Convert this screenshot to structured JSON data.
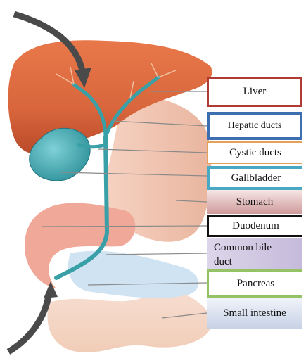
{
  "labels": {
    "liver": "Liver",
    "hepatic_ducts": "Hepatic ducts",
    "cystic_ducts": "Cystic ducts",
    "gallbladder": "Gallbladder",
    "stomach": "Stomach",
    "duodenum": "Duodenum",
    "common_bile_duct_line1": "Common bile",
    "common_bile_duct_line2": "duct",
    "pancreas": "Pancreas",
    "small_intestine": "Small intestine"
  },
  "colors": {
    "liver": "#d9663c",
    "gallbladder": "#3fa9b4",
    "stomach": "#f0c4b0",
    "ducts": "#3aa0a8",
    "arrow": "#4a4a4a",
    "leader_line": "#8a8a8a"
  }
}
